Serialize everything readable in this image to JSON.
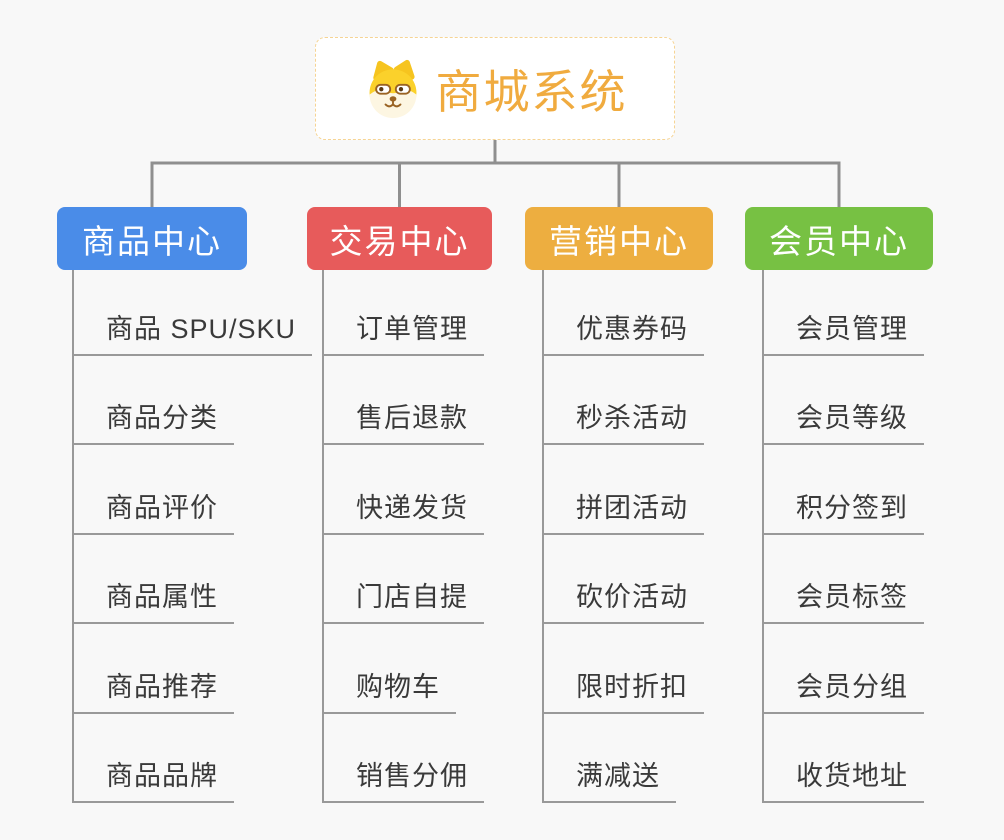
{
  "root": {
    "title": "商城系统",
    "icon": "dog-face-icon",
    "accent_color": "#F0AB3F",
    "border_color": "#F6D494",
    "background": "#FFFFFF"
  },
  "branches": [
    {
      "label": "商品中心",
      "color": "#4A8CE8",
      "children": [
        "商品 SPU/SKU",
        "商品分类",
        "商品评价",
        "商品属性",
        "商品推荐",
        "商品品牌"
      ]
    },
    {
      "label": "交易中心",
      "color": "#E75B5B",
      "children": [
        "订单管理",
        "售后退款",
        "快递发货",
        "门店自提",
        "购物车",
        "销售分佣"
      ]
    },
    {
      "label": "营销中心",
      "color": "#EDAE40",
      "children": [
        "优惠券码",
        "秒杀活动",
        "拼团活动",
        "砍价活动",
        "限时折扣",
        "满减送"
      ]
    },
    {
      "label": "会员中心",
      "color": "#77C143",
      "children": [
        "会员管理",
        "会员等级",
        "积分签到",
        "会员标签",
        "会员分组",
        "收货地址"
      ]
    }
  ],
  "colors": {
    "background": "#F8F8F8",
    "connector": "#8F8F8F",
    "child_line": "#999999",
    "child_text": "#3A3A3A",
    "branch_text": "#FFFFFF"
  }
}
